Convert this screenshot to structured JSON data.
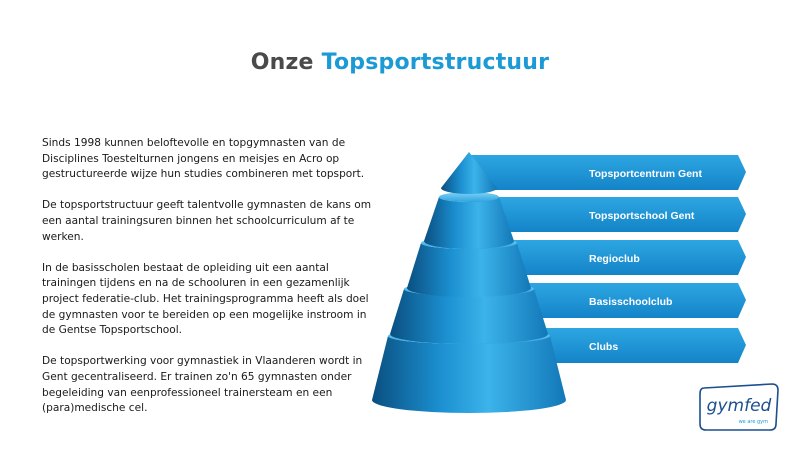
{
  "title": {
    "word1": "Onze",
    "word2": "Topsportstructuur"
  },
  "paragraphs": [
    "Sinds 1998 kunnen beloftevolle en topgymnasten van de Disciplines Toestelturnen jongens en meisjes en Acro op gestructureerde wijze hun studies combineren met topsport.",
    "De topsportstructuur geeft talentvolle gymnasten de kans om een aantal trainingsuren binnen het schoolcurriculum af te werken.",
    "In de basisscholen bestaat de opleiding uit een aantal trainingen tijdens en na de schooluren in een gezamenlijk project federatie-club. Het trainingsprogramma heeft als doel de gymnasten voor te bereiden op een mogelijke instroom in de Gentse Topsportschool.",
    "De topsportwerking voor gymnastiek in Vlaanderen wordt in Gent gecentraliseerd. Er trainen zo'n 65 gymnasten onder begeleiding van eenprofessioneel trainersteam en een (para)medische cel."
  ],
  "pyramid_levels": [
    "Topsportcentrum Gent",
    "Topsportschool Gent",
    "Regioclub",
    "Basisschoolclub",
    "Clubs"
  ],
  "logo": {
    "brand": "gymfed",
    "tagline": "we are gym"
  },
  "colors": {
    "accent": "#1b9ad6",
    "title_dark": "#4a4a4a"
  }
}
